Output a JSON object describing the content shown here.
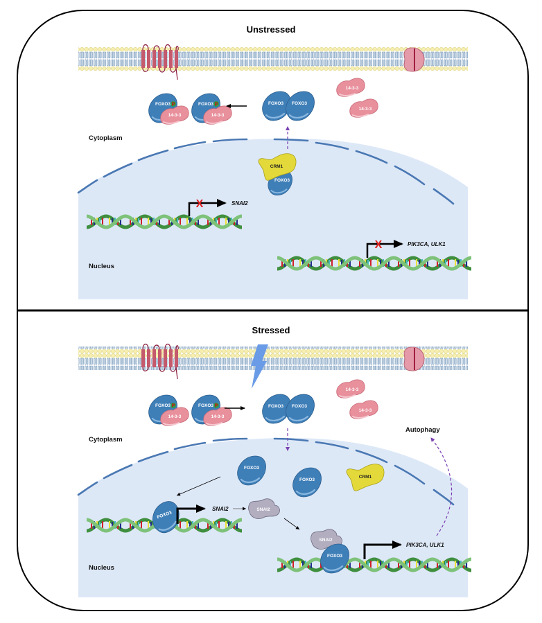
{
  "panels": [
    {
      "id": "unstressed",
      "title": "Unstressed",
      "cytoplasm_label": "Cytoplasm",
      "nucleus_label": "Nucleus",
      "complexes": [
        {
          "protein": "FOXO3",
          "partner": "14-3-3",
          "phospho": "P"
        },
        {
          "protein": "FOXO3",
          "partner": "14-3-3",
          "phospho": "P"
        }
      ],
      "free_foxo": [
        "FOXO3",
        "FOXO3"
      ],
      "free_1433": [
        "14-3-3",
        "14-3-3"
      ],
      "exporter": {
        "label": "CRM1",
        "cargo": "FOXO3"
      },
      "genes": [
        {
          "label": "SNAI2",
          "state": "blocked",
          "mark": "X"
        },
        {
          "label": "PIK3CA,  ULK1",
          "state": "blocked",
          "mark": "X"
        }
      ],
      "flows": [
        "complex formation (arrow left)",
        "nuclear export (dashed up)"
      ]
    },
    {
      "id": "stressed",
      "title": "Stressed",
      "cytoplasm_label": "Cytoplasm",
      "nucleus_label": "Nucleus",
      "stimulus": "stress-lightning",
      "complexes": [
        {
          "protein": "FOXO3",
          "partner": "14-3-3",
          "phospho": "P"
        },
        {
          "protein": "FOXO3",
          "partner": "14-3-3",
          "phospho": "P"
        }
      ],
      "free_foxo": [
        "FOXO3",
        "FOXO3"
      ],
      "free_1433": [
        "14-3-3",
        "14-3-3"
      ],
      "nuclear_foxo": [
        "FOXO3",
        "FOXO3",
        "FOXO3",
        "FOXO3"
      ],
      "crm1": "CRM1",
      "snai2_proteins": [
        "SNAI2",
        "SNAI2"
      ],
      "genes": [
        {
          "label": "SNAI2",
          "state": "active"
        },
        {
          "label": "PIK3CA,  ULK1",
          "state": "active"
        }
      ],
      "outcome": "Autophagy",
      "flows": [
        "dissociation (arrow right)",
        "nuclear import (dashed down)",
        "SNAI2 expression",
        "autophagy induction (dashed curve)"
      ]
    }
  ],
  "colors": {
    "foxo3": "#3f7fb8",
    "foxo3_light": "#7fb0dc",
    "p1433": "#e8909c",
    "crm1": "#e3d93a",
    "snai2": "#b2adbf",
    "nucleus_fill": "#dde8f7",
    "envelope": "#4a78b3",
    "membrane_head": "#f6efb0",
    "membrane_tail": "#6d93b8",
    "receptor": "#c45a6c",
    "channel": "#e49aa8",
    "dna_strand": "#7ec27a",
    "dna_dark": "#3f8f3f",
    "dashed_arrow": "#7a3fb0",
    "block_x": "#e02020",
    "lightning": "#6a9be6"
  }
}
